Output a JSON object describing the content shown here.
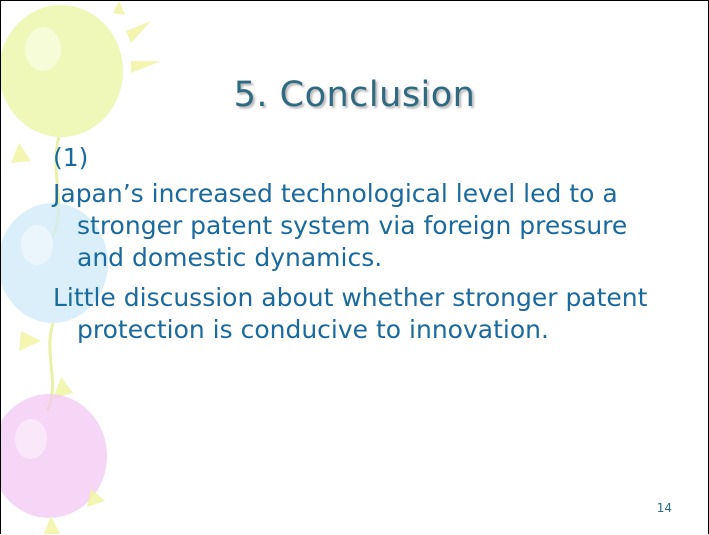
{
  "slide": {
    "title": "5. Conclusion",
    "section_label": "(1)",
    "points": [
      "Japan’s increased technological level led to a stronger patent system via foreign pressure and domestic dynamics.",
      "Little discussion about whether stronger patent protection is conducive to innovation."
    ],
    "page_number": "14"
  },
  "colors": {
    "title": "#2f6a80",
    "body": "#1b6a9e",
    "balloon_yellow": "#e8f59a",
    "balloon_blue": "#c9e6f7",
    "balloon_pink": "#f2c6f2"
  }
}
